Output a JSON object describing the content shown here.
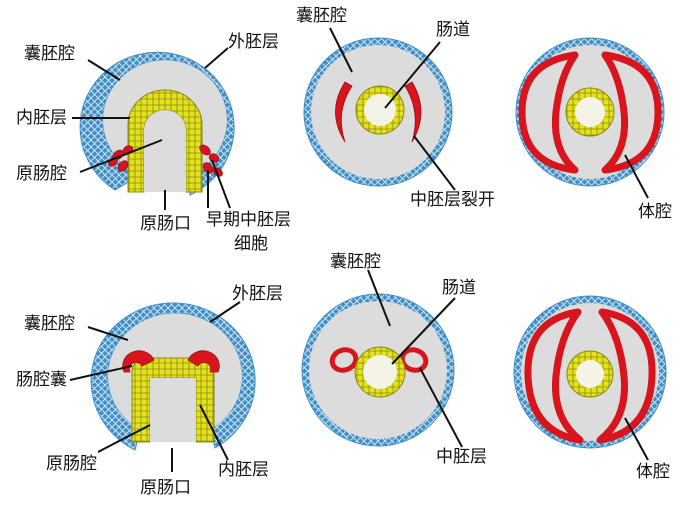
{
  "colors": {
    "ectoderm": "#3f8ec8",
    "ectoderm_cells": "#cfe3f3",
    "endoderm": "#e4e11e",
    "endoderm_cells": "#8a8a10",
    "mesoderm": "#d8141c",
    "cavity": "#dcdcdc",
    "leader": "#111111"
  },
  "labels": {
    "blastocoel": "囊胚腔",
    "ectoderm": "外胚层",
    "endoderm": "内胚层",
    "archenteron": "原肠腔",
    "blastopore": "原肠口",
    "early_mesoderm_cells_line1": "早期中胚层",
    "early_mesoderm_cells_line2": "细胞",
    "gut": "肠道",
    "mesoderm_split": "中胚层裂开",
    "coelom": "体腔",
    "enterocoel_pouch": "肠腔囊",
    "mesoderm": "中胚层"
  }
}
